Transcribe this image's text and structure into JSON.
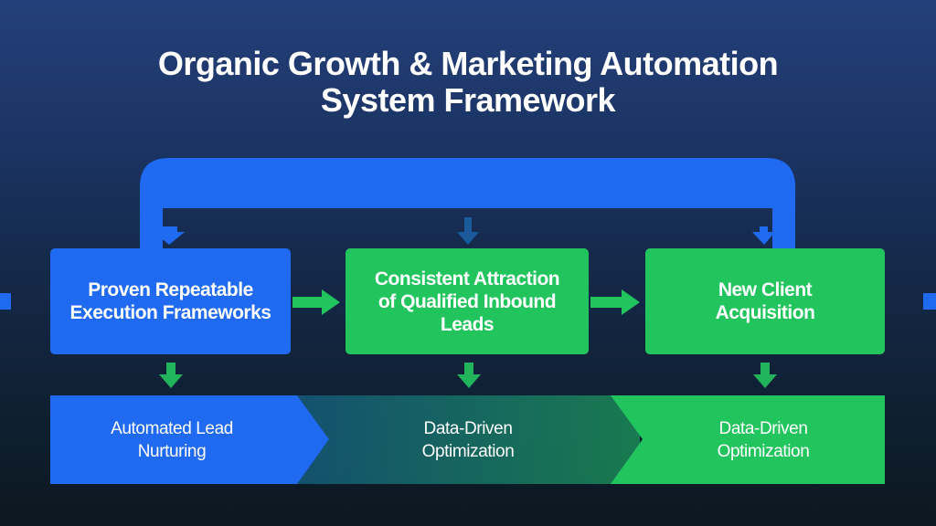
{
  "title": {
    "line1": "Organic Growth & Marketing Automation",
    "line2": "System Framework"
  },
  "boxes": [
    {
      "label": "Proven Repeatable Execution Frameworks"
    },
    {
      "label": "Consistent Attraction of Qualified Inbound Leads"
    },
    {
      "label": "New Client Acquisition"
    }
  ],
  "bottom": [
    {
      "line1": "Automated Lead",
      "line2": "Nurturing"
    },
    {
      "line1": "Data-Driven",
      "line2": "Optimization"
    },
    {
      "line1": "Data-Driven",
      "line2": "Optimization"
    }
  ],
  "colors": {
    "blue": "#1f6af0",
    "green": "#22c45e",
    "teal": "#1b6a5e"
  }
}
